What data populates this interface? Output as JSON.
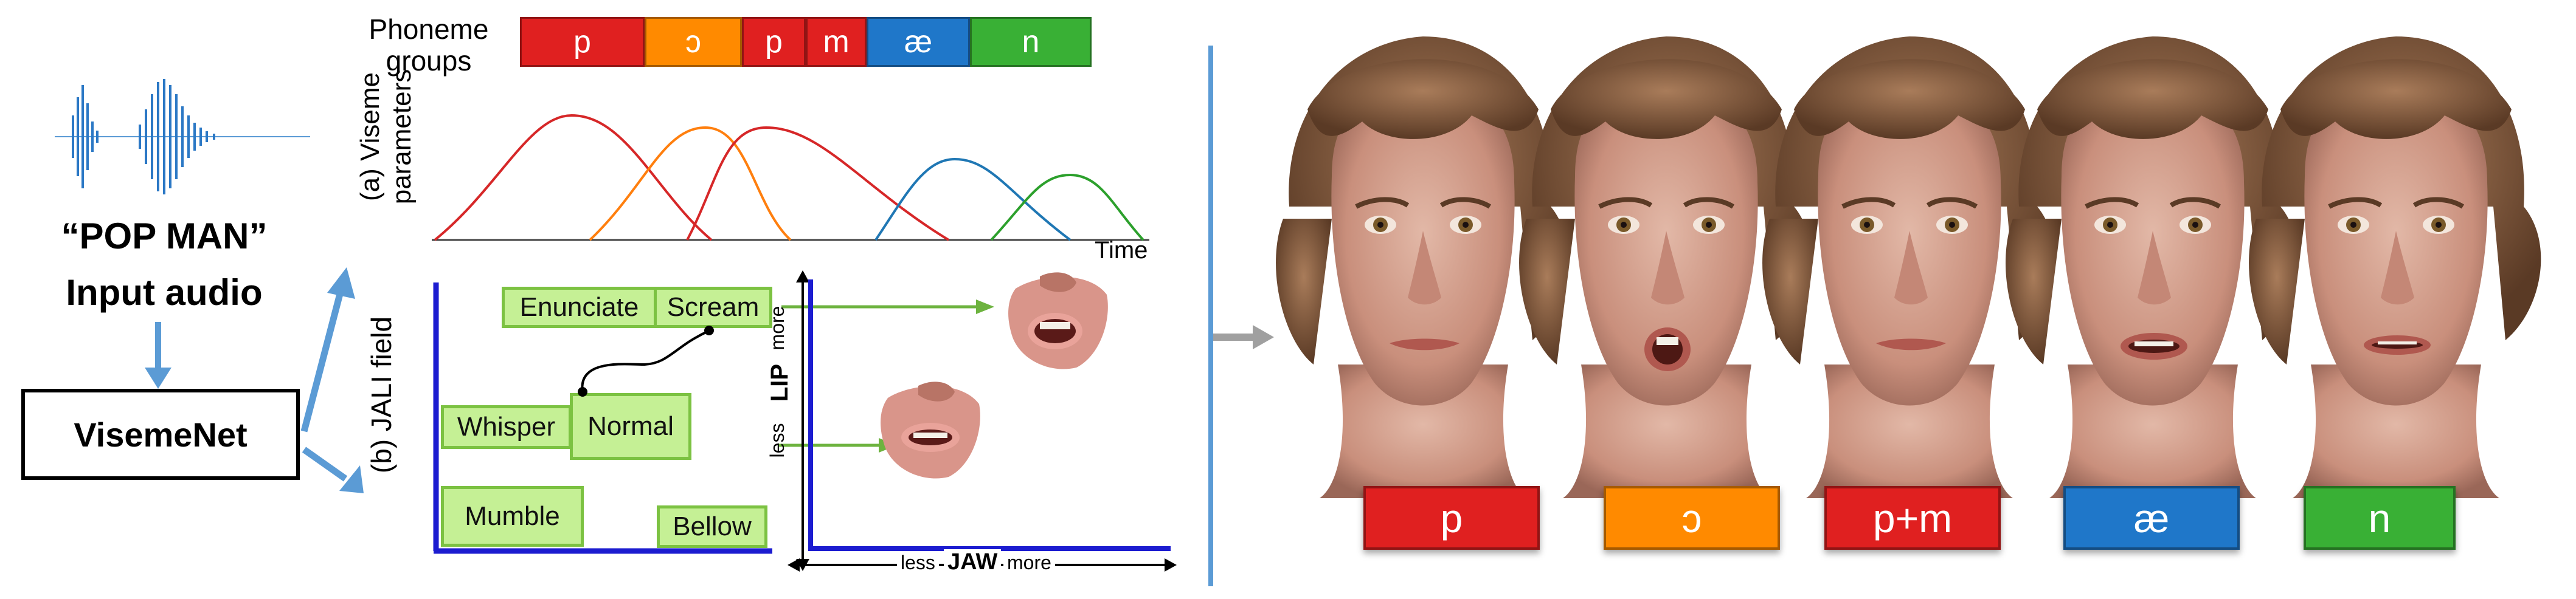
{
  "input": {
    "title": "“POP MAN”",
    "subtitle": "Input audio",
    "network": "VisemeNet"
  },
  "phoneme_row": {
    "label_line1": "Phoneme",
    "label_line2": "groups",
    "items": [
      {
        "symbol": "p",
        "color": "#e02020"
      },
      {
        "symbol": "ɔ",
        "color": "#ff8a00"
      },
      {
        "symbol": "p",
        "color": "#e02020"
      },
      {
        "symbol": "m",
        "color": "#e02020"
      },
      {
        "symbol": "æ",
        "color": "#1f77c9"
      },
      {
        "symbol": "n",
        "color": "#39b035"
      }
    ]
  },
  "viseme_panel": {
    "label_a_line1": "(a) Viseme",
    "label_a_line2": "parameters",
    "time_label": "Time",
    "curve_colors": [
      "#d62728",
      "#ff7f0e",
      "#d62728",
      "#1f77b4",
      "#2ca02c"
    ]
  },
  "jali_panel": {
    "label_b": "(b) JALI field",
    "styles": {
      "enunciate": "Enunciate",
      "scream": "Scream",
      "whisper": "Whisper",
      "normal": "Normal",
      "mumble": "Mumble",
      "bellow": "Bellow"
    },
    "lip_axis": {
      "name": "LIP",
      "more": "more",
      "less": "less"
    },
    "jaw_axis": {
      "name": "JAW",
      "more": "more",
      "less": "less"
    }
  },
  "viseme_labels": [
    {
      "text": "p",
      "color": "#e02020"
    },
    {
      "text": "ɔ",
      "color": "#ff8a00"
    },
    {
      "text": "p+m",
      "color": "#e02020"
    },
    {
      "text": "æ",
      "color": "#1f77c9"
    },
    {
      "text": "n",
      "color": "#39b035"
    }
  ],
  "colors": {
    "arrow_blue": "#5b9bd5",
    "axis_blue": "#1c1cd0",
    "green_arrow": "#6db33f",
    "divider": "#5b9bd5",
    "gray_arrow": "#a0a0a0"
  }
}
